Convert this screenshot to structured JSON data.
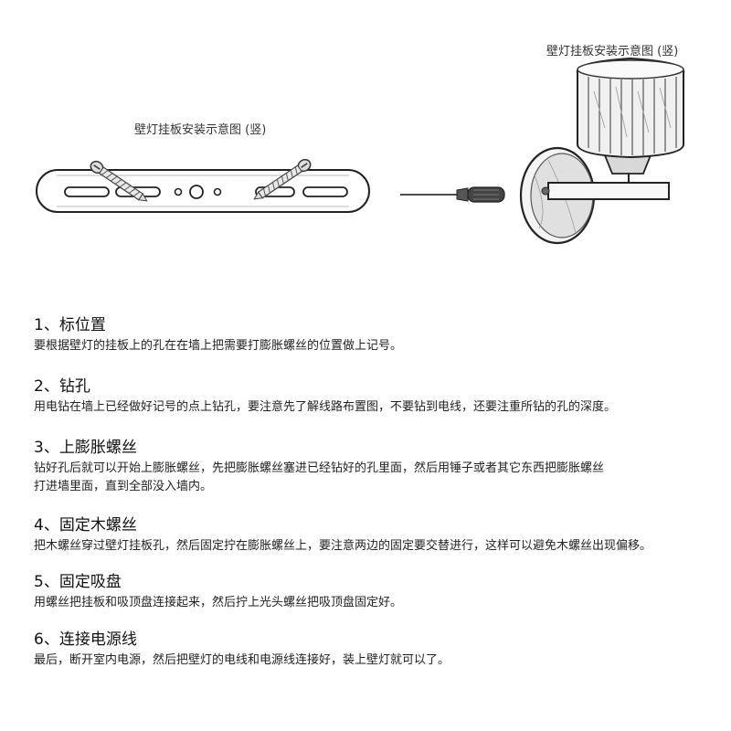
{
  "diagram": {
    "caption_left": "壁灯挂板安装示意图 (竖)",
    "caption_right": "壁灯挂板安装示意图 (竖)"
  },
  "steps": [
    {
      "title": "1、标位置",
      "desc": "要根据壁灯的挂板上的孔在在墙上把需要打膨胀螺丝的位置做上记号。"
    },
    {
      "title": "2、钻孔",
      "desc": "用电钻在墙上已经做好记号的点上钻孔，要注意先了解线路布置图，不要钻到电线，还要注重所钻的孔的深度。"
    },
    {
      "title": "3、上膨胀螺丝",
      "desc": "钻好孔后就可以开始上膨胀螺丝，先把膨胀螺丝塞进已经钻好的孔里面，然后用锤子或者其它东西把膨胀螺丝",
      "desc2": "打进墙里面，直到全部没入墙内。"
    },
    {
      "title": "4、固定木螺丝",
      "desc": "把木螺丝穿过壁灯挂板孔，然后固定拧在膨胀螺丝上，要注意两边的固定要交替进行，这样可以避免木螺丝出现偏移。"
    },
    {
      "title": "5、固定吸盘",
      "desc": "用螺丝把挂板和吸顶盘连接起来，然后拧上光头螺丝把吸顶盘固定好。"
    },
    {
      "title": "6、连接电源线",
      "desc": "最后，断开室内电源，然后把壁灯的电线和电源线连接好，装上壁灯就可以了。"
    }
  ]
}
